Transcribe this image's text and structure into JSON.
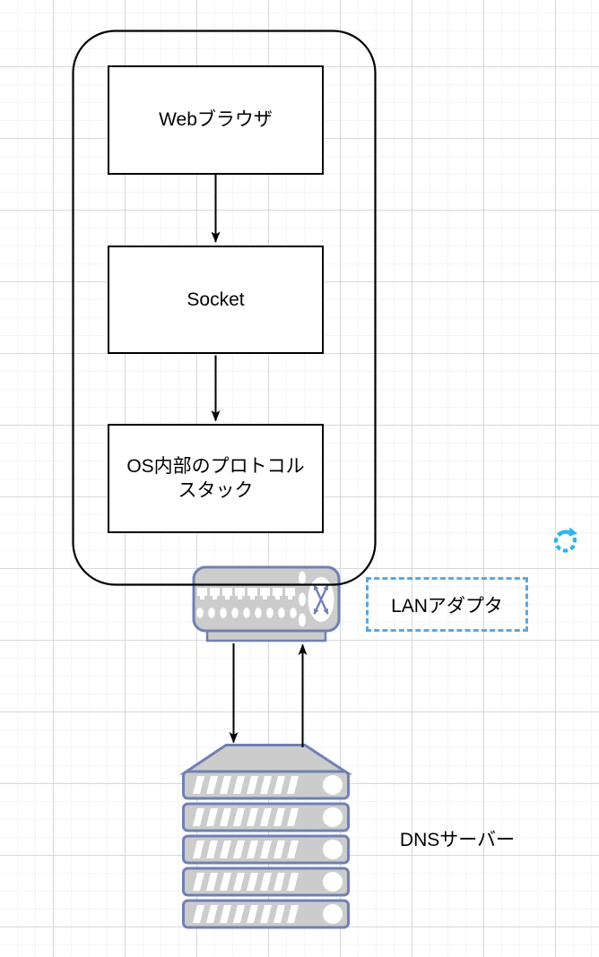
{
  "flow": {
    "nodes": [
      {
        "label": "Webブラウザ"
      },
      {
        "label": "Socket"
      },
      {
        "label": "OS内部のプロトコル\nスタック"
      }
    ]
  },
  "annotations": {
    "lan_adapter": "LANアダプタ",
    "dns_server": "DNSサーバー"
  },
  "icons": {
    "lan_adapter": "network-hub-with-ports-and-crossed-arrows-icon",
    "dns_server": "rack-server-stack-icon",
    "rotate_handle": "circular-rotate-arrow-icon"
  },
  "colors": {
    "grid_minor": "#f4f4f4",
    "grid_major": "#d8d8d8",
    "shape_stroke": "#000000",
    "shape_fill": "#ffffff",
    "hardware_fill": "#cccccc",
    "hardware_stroke": "#7080b4",
    "hardware_detail": "#ffffff",
    "selection_dash": "#56a8e8",
    "rotate_handle": "#29b6f2",
    "text": "#000000"
  }
}
